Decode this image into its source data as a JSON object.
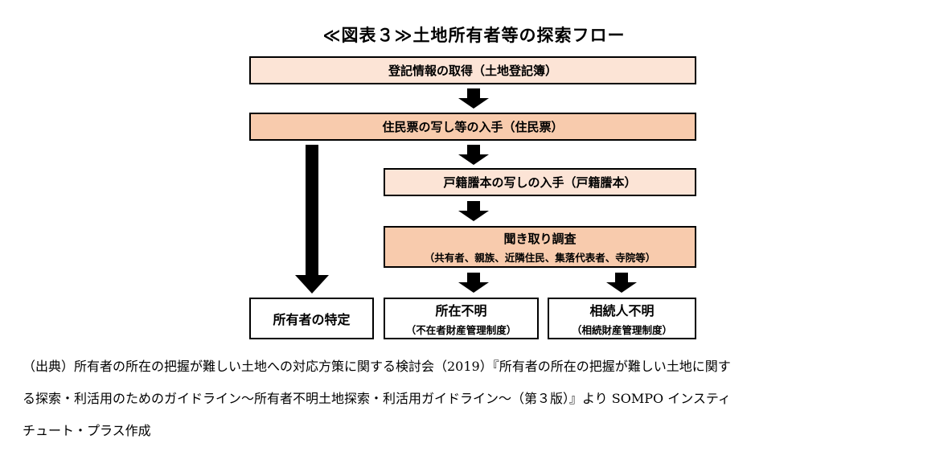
{
  "title": "≪図表３≫土地所有者等の探索フロー",
  "flow": {
    "step1": "登記情報の取得（土地登記簿）",
    "step2": "住民票の写し等の入手（住民票）",
    "step3": "戸籍謄本の写しの入手（戸籍謄本）",
    "step4": {
      "label": "聞き取り調査",
      "sub": "（共有者、親族、近隣住民、集落代表者、寺院等）"
    },
    "outcome_identified": "所有者の特定",
    "outcome_unknown_location": {
      "label": "所在不明",
      "sub": "（不在者財産管理制度）"
    },
    "outcome_unknown_heir": {
      "label": "相続人不明",
      "sub": "（相続財産管理制度）"
    }
  },
  "caption": {
    "line1": "（出典）所有者の所在の把握が難しい土地への対応方策に関する検討会（2019）『所有者の所在の把握が難しい土地に関す",
    "line2": "る探索・利活用のためのガイドライン～所有者不明土地探索・利活用ガイドライン～（第３版）』より SOMPO インスティ",
    "line3": "チュート・プラス作成"
  }
}
